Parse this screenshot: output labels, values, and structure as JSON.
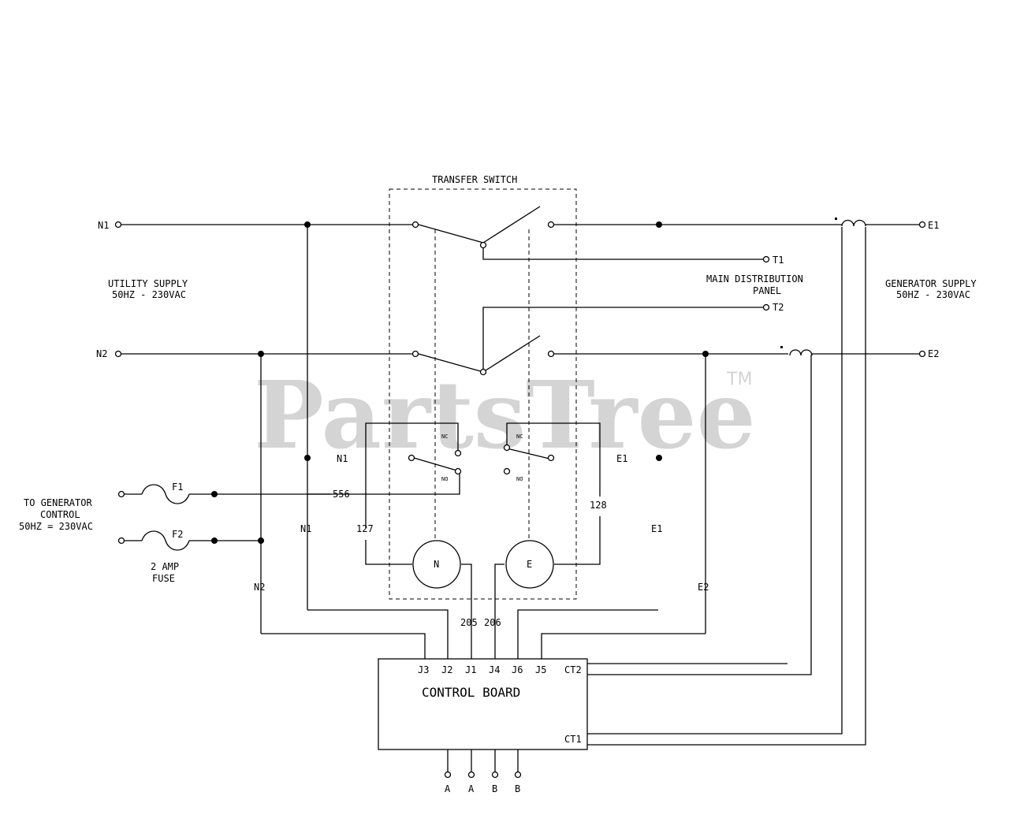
{
  "watermark": {
    "text": "PartsTree",
    "tm": "TM"
  },
  "labels": {
    "transfer_switch": "TRANSFER SWITCH",
    "utility_supply": "UTILITY SUPPLY",
    "utility_rating": "50HZ - 230VAC",
    "main_panel": "MAIN DISTRIBUTION",
    "main_panel_2": "PANEL",
    "generator_supply": "GENERATOR SUPPLY",
    "generator_rating": "50HZ - 230VAC",
    "gen_control_1": "TO GENERATOR",
    "gen_control_2": "CONTROL",
    "gen_control_3": "50HZ = 230VAC",
    "fuse_1": "2 AMP",
    "fuse_2": "FUSE",
    "control_board": "CONTROL BOARD"
  },
  "terminals": {
    "n1": "N1",
    "n2": "N2",
    "e1": "E1",
    "e2": "E2",
    "t1": "T1",
    "t2": "T2"
  },
  "fuses": {
    "f1": "F1",
    "f2": "F2"
  },
  "relay": {
    "nc": "NC",
    "no": "NO",
    "n1_tag": "N1",
    "e1_tag": "E1",
    "coil_n": "N",
    "coil_e": "E"
  },
  "wires": {
    "w556": "556",
    "w127": "127",
    "w128": "128",
    "n1": "N1",
    "n2": "N2",
    "e1": "E1",
    "e2": "E2",
    "w205": "205",
    "w206": "206"
  },
  "board_pins": {
    "j3": "J3",
    "j2": "J2",
    "j1": "J1",
    "j4": "J4",
    "j6": "J6",
    "j5": "J5",
    "ct2": "CT2",
    "ct1": "CT1"
  },
  "bottom_pins": [
    "A",
    "A",
    "B",
    "B"
  ]
}
